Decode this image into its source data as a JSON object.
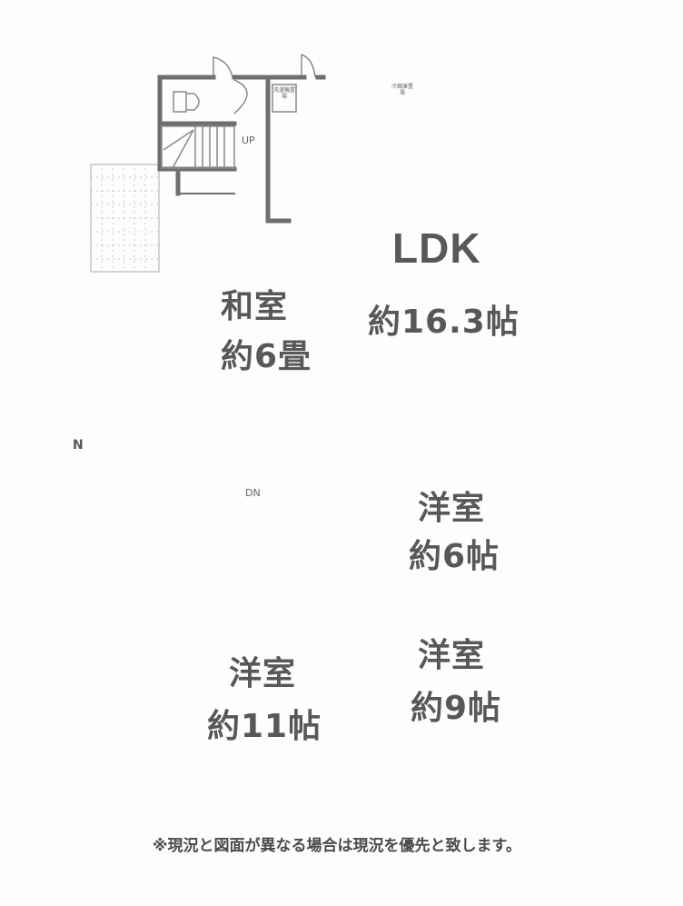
{
  "floor1": {
    "rooms": [
      {
        "id": "ldk",
        "name": "LDK",
        "size": "約16.3帖"
      },
      {
        "id": "washitsu",
        "name": "和室",
        "size": "約6畳"
      }
    ],
    "stair_label": "UP",
    "fixtures": {
      "laundry": "洗濯機置場",
      "fridge": "冷蔵庫置場"
    }
  },
  "floor2": {
    "rooms": [
      {
        "id": "youshitsu-6",
        "name": "洋室",
        "size": "約6帖"
      },
      {
        "id": "youshitsu-11",
        "name": "洋室",
        "size": "約11帖"
      },
      {
        "id": "youshitsu-9",
        "name": "洋室",
        "size": "約9帖"
      }
    ],
    "stair_label": "DN"
  },
  "compass": {
    "label": "N"
  },
  "footer_note": "※現況と図面が異なる場合は現況を優先と致します。",
  "colors": {
    "wall": "#6e6e6e",
    "text": "#585858",
    "background": "#fdfdfd"
  }
}
